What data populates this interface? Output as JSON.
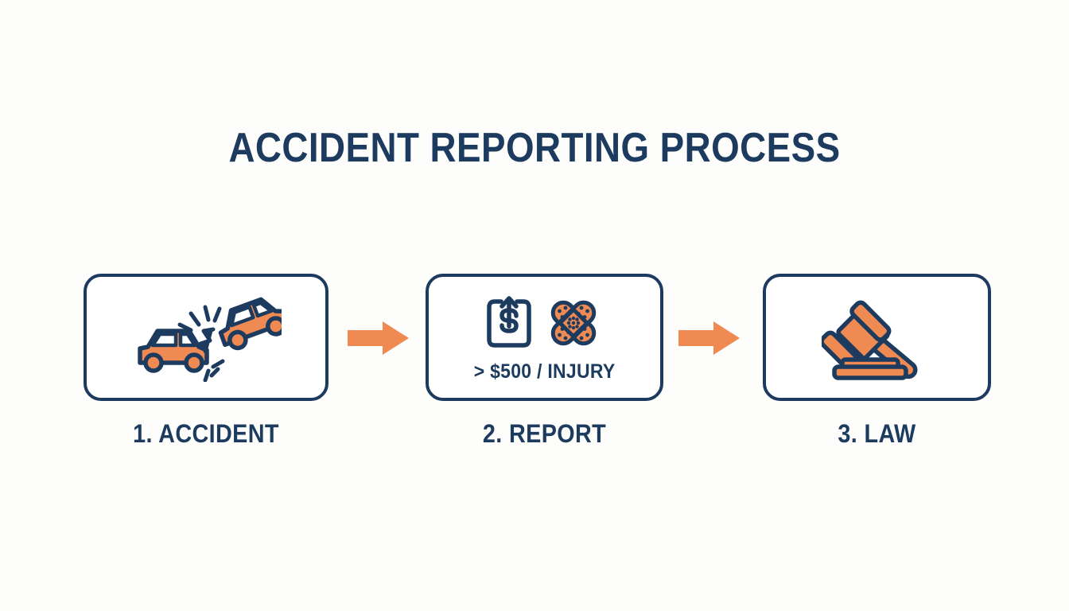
{
  "page": {
    "title": "ACCIDENT REPORTING PROCESS",
    "background_color": "#fdfdfc",
    "navy": "#1c3b5e",
    "orange": "#ef8a52"
  },
  "steps": [
    {
      "caption": "1. ACCIDENT",
      "icon": "car-crash-icon",
      "note": ""
    },
    {
      "caption": "2. REPORT",
      "icon": "dollar-document-icon",
      "icon_secondary": "crossed-bandages-icon",
      "note": "> $500 / INJURY"
    },
    {
      "caption": "3. LAW",
      "icon": "gavel-icon",
      "note": ""
    }
  ],
  "connectors": [
    {
      "name": "arrow-1",
      "direction": "right"
    },
    {
      "name": "arrow-2",
      "direction": "right"
    }
  ],
  "chart_data": {
    "type": "diagram",
    "title": "ACCIDENT REPORTING PROCESS",
    "layout": "horizontal-flow",
    "nodes": [
      "1. ACCIDENT",
      "2. REPORT",
      "3. LAW"
    ],
    "edges": [
      {
        "from": "1. ACCIDENT",
        "to": "2. REPORT"
      },
      {
        "from": "2. REPORT",
        "to": "3. LAW"
      }
    ],
    "annotations": [
      "> $500 / INJURY"
    ]
  }
}
